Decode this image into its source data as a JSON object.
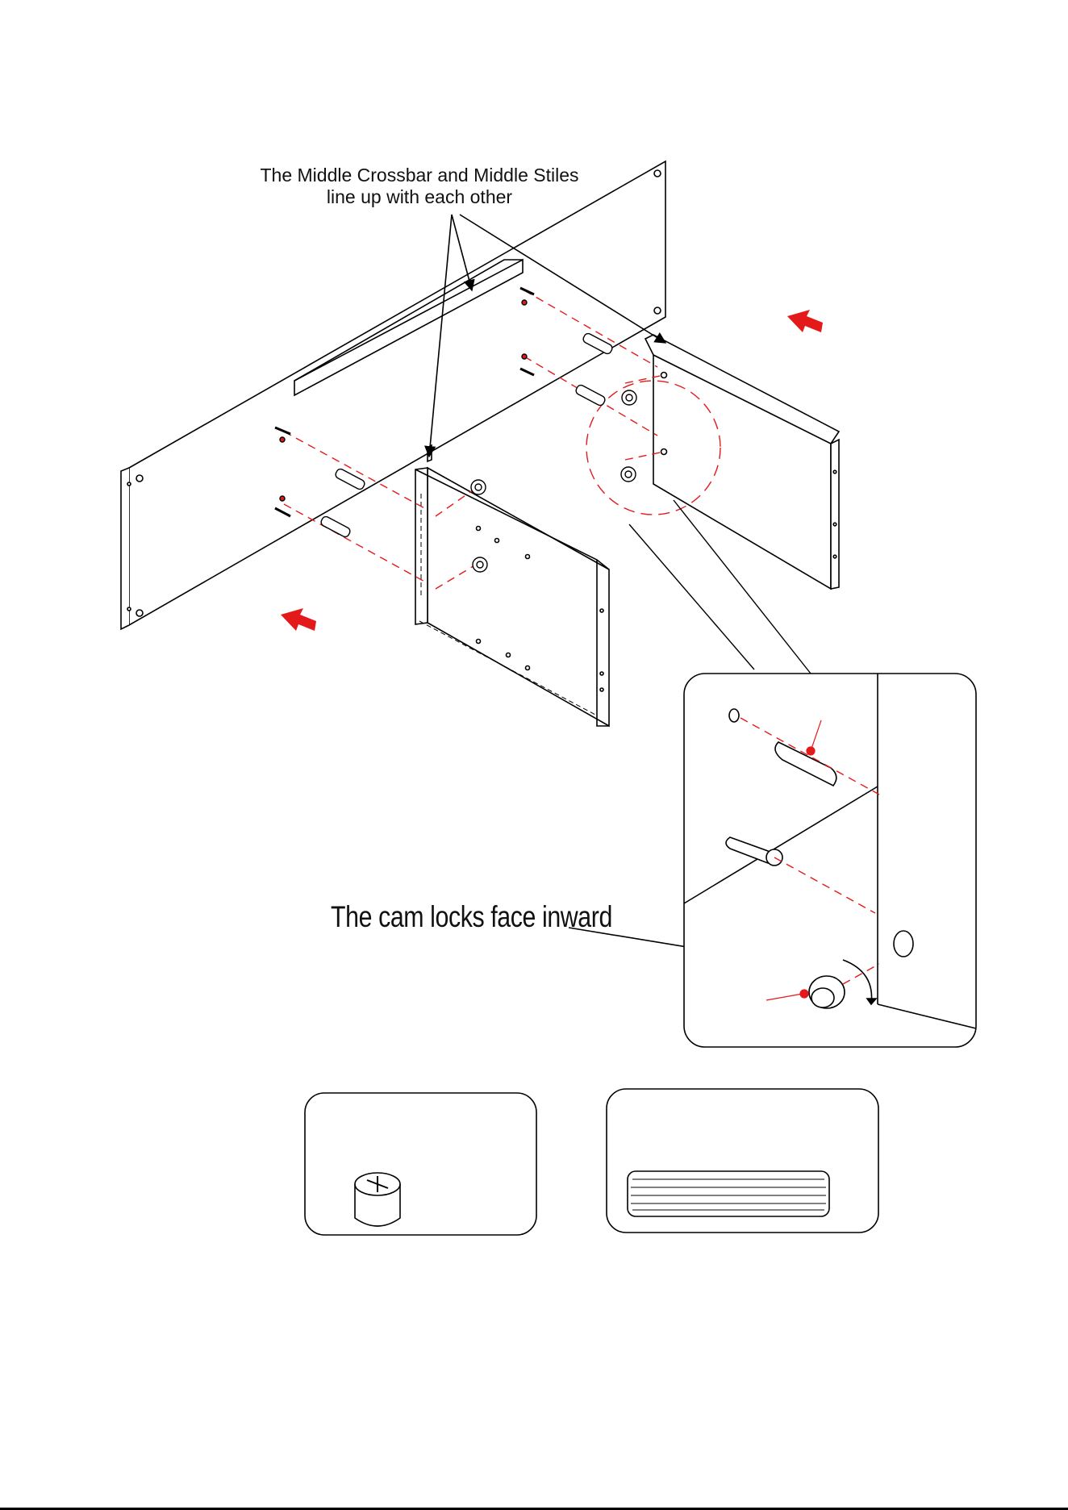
{
  "annotations": {
    "crossbar_line1": "The Middle Crossbar and Middle Stiles",
    "crossbar_line2": "line up with each other",
    "cam_locks": "The cam locks face inward"
  },
  "colors": {
    "line": "#000000",
    "guide": "#e41a1a",
    "arrow": "#e41a1a",
    "hardware_dot": "#e41a1a"
  },
  "icons": {
    "assembly_arrows": "red-push-arrow-icon",
    "cam_lock": "cam-lock-icon",
    "dowel": "wood-dowel-icon",
    "cam_bolt": "cam-bolt-icon"
  }
}
